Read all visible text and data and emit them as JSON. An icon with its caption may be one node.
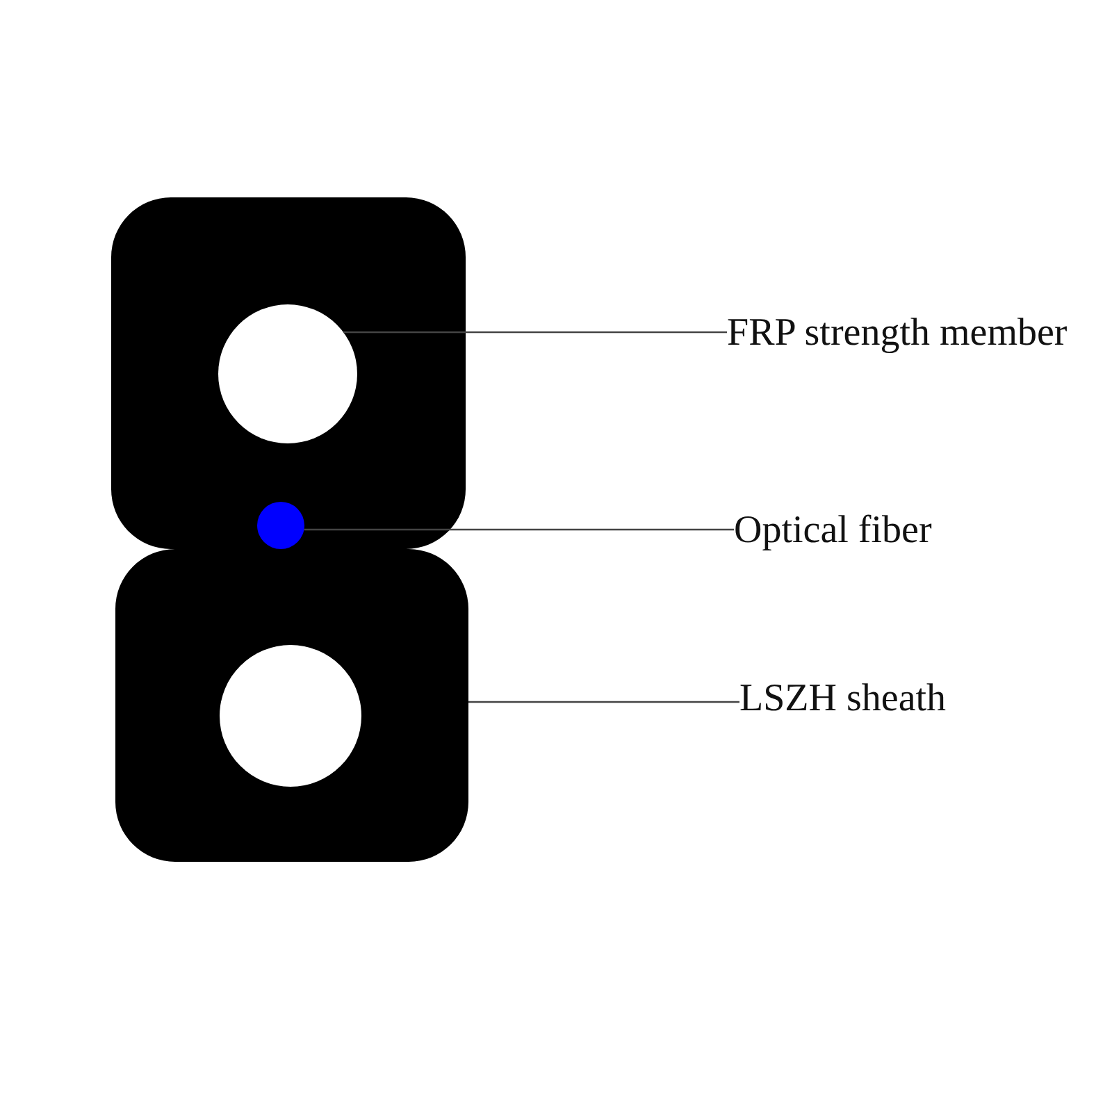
{
  "diagram": {
    "nodes": [
      {
        "text": [
          "FRP strength member"
        ]
      },
      {
        "text": [
          "Optical fiber"
        ]
      },
      {
        "text": [
          "LSZH sheath"
        ]
      },
      {
        "text": [],
        "shape": "box"
      },
      {
        "text": [],
        "shape": "circle",
        "in": 3
      },
      {
        "text": [],
        "shape": "circle",
        "in": 3
      }
    ],
    "edges": [
      {
        "from": 0,
        "to": 4,
        "arrow": "none"
      },
      {
        "from": 1,
        "to": 5,
        "arrow": "none"
      },
      {
        "from": 2,
        "to": 3,
        "arrow": "none"
      }
    ]
  }
}
